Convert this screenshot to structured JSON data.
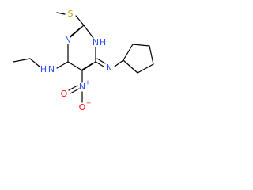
{
  "molecule": {
    "colors": {
      "bond": "#000000",
      "carbon": "#000000",
      "nitrogen": "#3050F8",
      "oxygen": "#FF0D0D",
      "sulfur": "#C8A000",
      "hydrogen": "#000000"
    },
    "atoms": {
      "sulfur": {
        "label": "S"
      },
      "ring_n_top_left": {
        "label": "N"
      },
      "ring_nh_top_right": {
        "label": "N",
        "h": "H"
      },
      "ethylamino_nh": {
        "label": "N",
        "h": "H"
      },
      "cyclopentylamino_n": {
        "label": "N"
      },
      "nitro_n": {
        "label": "N",
        "charge": "+"
      },
      "nitro_o_bottom": {
        "label": "O",
        "charge": "−"
      },
      "nitro_o_left": {
        "label": "O"
      }
    }
  }
}
